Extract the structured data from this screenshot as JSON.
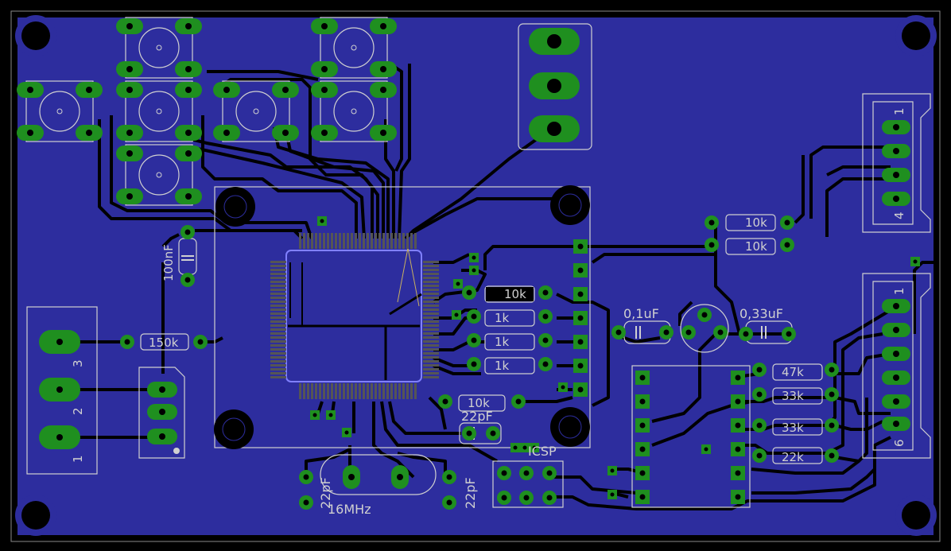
{
  "colors": {
    "background": "#000000",
    "board": "#2d2d9e",
    "trace": "#000000",
    "pad": "#1f8f1f",
    "silkscreen": "#d0d0d0",
    "hole": "#000000"
  },
  "labels": {
    "r_10k_right_top": "10k",
    "r_10k_right_bottom": "10k",
    "r_10k_mid": "10k",
    "r_1k_a": "1k",
    "r_1k_b": "1k",
    "r_1k_c": "1k",
    "r_10k_low": "10k",
    "r_150k": "150k",
    "c_100nf": "100nF",
    "c_01uf": "0,1uF",
    "c_033uf": "0,33uF",
    "c_22pf_top": "22pF",
    "c_22pf_left": "22pF",
    "c_22pf_right": "22pF",
    "crystal": "16MHz",
    "icsp": "ICSP",
    "r_47k": "47k",
    "r_33k_a": "33k",
    "r_33k_b": "33k",
    "r_22k": "22k",
    "conn_left_pin1": "1",
    "conn_left_pin2": "2",
    "conn_left_pin3": "3",
    "conn_right_top_pin1": "1",
    "conn_right_top_pin4": "4",
    "conn_right_bottom_pin1": "1",
    "conn_right_bottom_pin6": "6"
  }
}
